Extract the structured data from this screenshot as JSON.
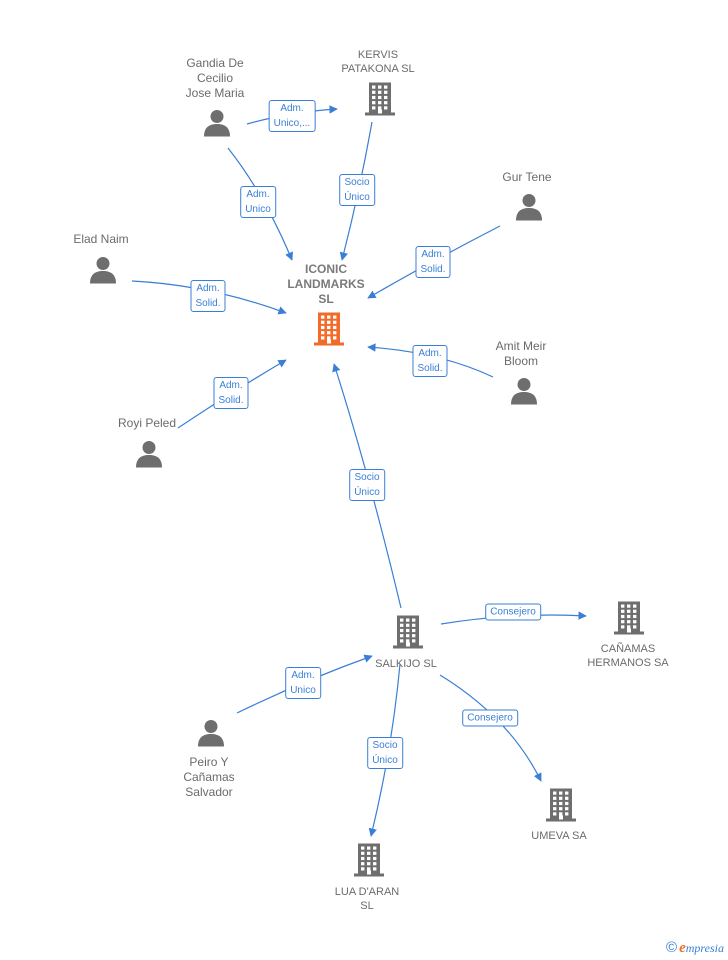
{
  "nodes": {
    "gandia": {
      "label": "Gandia De\nCecilio\nJose Maria",
      "kind": "person"
    },
    "kervis": {
      "label": "KERVIS\nPATAKONA  SL",
      "kind": "company"
    },
    "gur": {
      "label": "Gur Tene",
      "kind": "person"
    },
    "elad": {
      "label": "Elad Naim",
      "kind": "person"
    },
    "iconic": {
      "label": "ICONIC\nLANDMARKS\nSL",
      "kind": "focus"
    },
    "amit": {
      "label": "Amit Meir\nBloom",
      "kind": "person"
    },
    "royi": {
      "label": "Royi Peled",
      "kind": "person"
    },
    "salkijo": {
      "label": "SALKIJO  SL",
      "kind": "company"
    },
    "canamas": {
      "label": "CAÑAMAS\nHERMANOS SA",
      "kind": "company"
    },
    "peiro": {
      "label": "Peiro Y\nCañamas\nSalvador",
      "kind": "person"
    },
    "umeva": {
      "label": "UMEVA SA",
      "kind": "company"
    },
    "lua": {
      "label": "LUA D'ARAN\nSL",
      "kind": "company"
    }
  },
  "edges": {
    "gandia_kervis": "Adm.\nUnico,...",
    "kervis_iconic": "Socio\nÚnico",
    "gandia_iconic": "Adm.\nUnico",
    "gur_iconic": "Adm.\nSolid.",
    "elad_iconic": "Adm.\nSolid.",
    "amit_iconic": "Adm.\nSolid.",
    "royi_iconic": "Adm.\nSolid.",
    "salkijo_iconic": "Socio\nÚnico",
    "salkijo_canamas": "Consejero",
    "peiro_salkijo": "Adm.\nUnico",
    "salkijo_umeva": "Consejero",
    "salkijo_lua": "Socio\nÚnico"
  },
  "colors": {
    "edge": "#3a7fd5",
    "icon": "#6e6e6e",
    "focus": "#f26b2a"
  },
  "icons": {
    "person": "person-icon",
    "company": "building-icon",
    "focus": "building-icon"
  },
  "brand": {
    "copyright": "©",
    "first_letter": "e",
    "rest": "mpresia"
  }
}
